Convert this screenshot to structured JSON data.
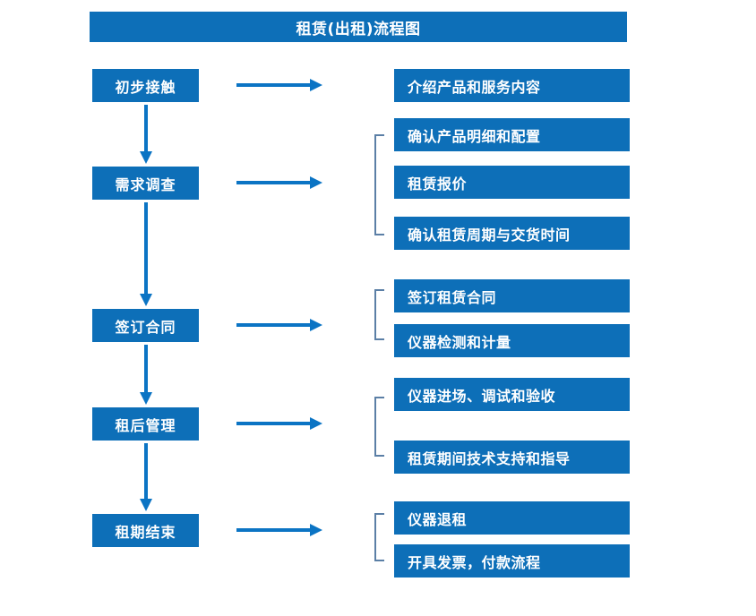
{
  "title": "租赁(出租)流程图",
  "colors": {
    "box_blue": "#0d6fb8",
    "arrow_blue": "#0b74c4",
    "bracket_blue": "#5b7fa6",
    "text_white": "#ffffff",
    "background": "#ffffff"
  },
  "stages": [
    {
      "label": "初步接触"
    },
    {
      "label": "需求调查"
    },
    {
      "label": "签订合同"
    },
    {
      "label": "租后管理"
    },
    {
      "label": "租期结束"
    }
  ],
  "details": [
    {
      "label": "介绍产品和服务内容"
    },
    {
      "label": "确认产品明细和配置"
    },
    {
      "label": "租赁报价"
    },
    {
      "label": "确认租赁周期与交货时间"
    },
    {
      "label": "签订租赁合同"
    },
    {
      "label": "仪器检测和计量"
    },
    {
      "label": "仪器进场、调试和验收"
    },
    {
      "label": "租赁期间技术支持和指导"
    },
    {
      "label": "仪器退租"
    },
    {
      "label": "开具发票，付款流程"
    }
  ],
  "connectors": {
    "horizontal_arrow_count": 5,
    "vertical_arrow_count": 4,
    "bracket_count": 4
  }
}
